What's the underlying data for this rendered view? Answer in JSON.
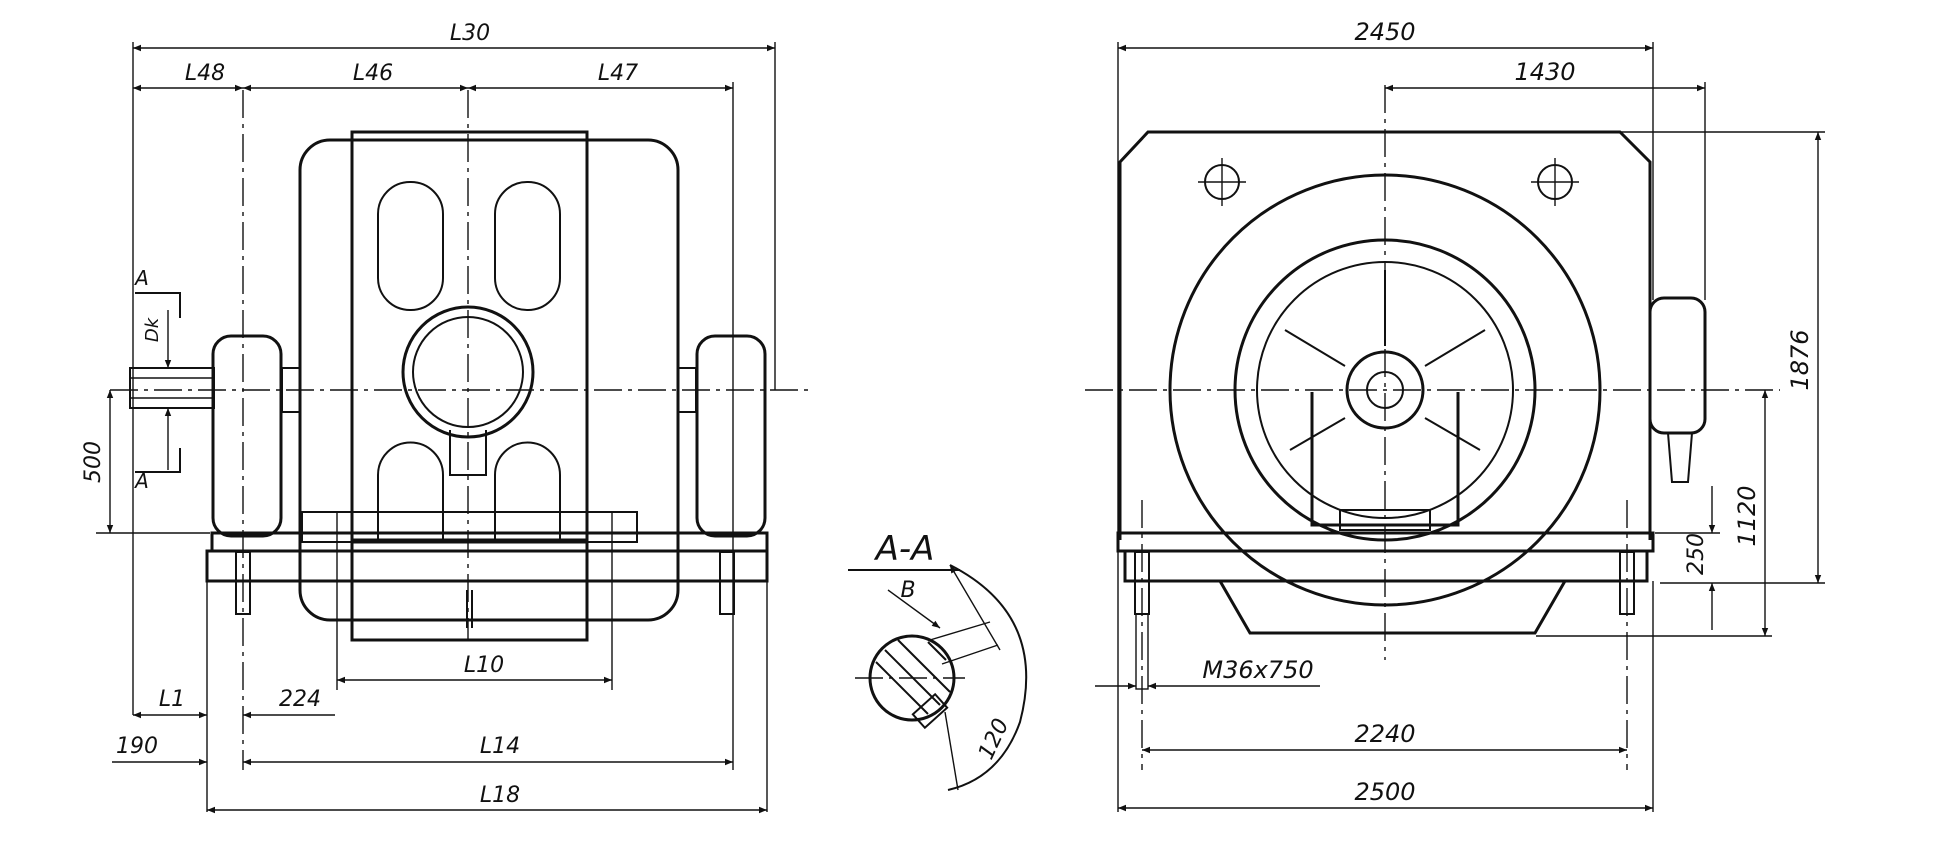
{
  "front_view": {
    "dims": {
      "l30": "L30",
      "l48": "L48",
      "l46": "L46",
      "l47": "L47",
      "l10": "L10",
      "l1": "L1",
      "d224": "224",
      "d190": "190",
      "l14": "L14",
      "l18": "L18",
      "d500": "500",
      "dk": "Dk",
      "section_mark": "A"
    }
  },
  "section_view": {
    "title": "A-A",
    "dims": {
      "b": "B",
      "d120": "120"
    }
  },
  "side_view": {
    "dims": {
      "d2450": "2450",
      "d1430": "1430",
      "d1876": "1876",
      "d1120": "1120",
      "d250": "250",
      "bolt": "M36x750",
      "d2240": "2240",
      "d2500": "2500"
    }
  }
}
